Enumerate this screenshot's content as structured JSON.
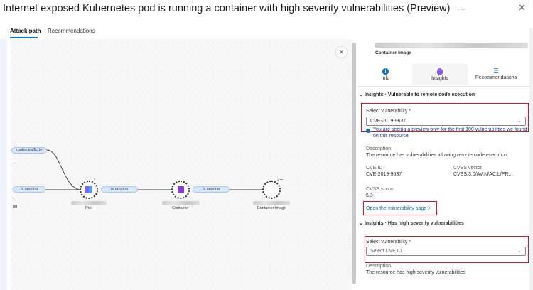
{
  "header": {
    "title": "Internet exposed Kubernetes pod is running a container with high severity vulnerabilities (Preview)",
    "more": "···",
    "close": "✕"
  },
  "tabs": [
    {
      "label": "Attack path",
      "active": true
    },
    {
      "label": "Recommendations",
      "active": false
    }
  ],
  "graph": {
    "close": "✕",
    "edges": [
      {
        "label": "routes traffic to"
      },
      {
        "label": "is running"
      },
      {
        "label": "is running"
      },
      {
        "label": "is running"
      }
    ],
    "nodes": [
      {
        "type": "Pod"
      },
      {
        "type": "Container"
      },
      {
        "type": "Container Image"
      }
    ],
    "left_fragments": [
      "...",
      "'..",
      "ıet"
    ]
  },
  "panel": {
    "resource_type": "Container Image",
    "tabs": [
      {
        "label": "Info",
        "icon": "info-icon"
      },
      {
        "label": "Insights",
        "icon": "lightbulb-icon",
        "active": true
      },
      {
        "label": "Recommendations",
        "icon": "checklist-icon"
      }
    ],
    "insight1": {
      "heading": "Insights · Vulnerable to remote code execution",
      "select_label": "Select vulnerability",
      "required": "*",
      "selected": "CVE-2019-9637",
      "notice": "You are seeing a preview only for the first 100 vulnerabilities we found on this resource",
      "description_label": "Description",
      "description": "The resource has vulnerabilities allowing remote code execution",
      "cve_id_label": "CVE ID",
      "cve_id": "CVE-2019-9637",
      "cvss_vector_label": "CVSS vector",
      "cvss_vector": "CVSS:3.0/AV:N/AC:L/PR...",
      "cvss_score_label": "CVSS score",
      "cvss_score": "5.3",
      "link": "Open the vulnerability page >"
    },
    "insight2": {
      "heading": "Insights · Has high severity vulnerabilities",
      "select_label": "Select vulnerability",
      "required": "*",
      "placeholder": "Select CVE ID",
      "description_label": "Description",
      "description": "The resource has high severity vulnerabilities"
    }
  },
  "colors": {
    "accent": "#0f6cbd",
    "highlight": "#e81123",
    "edge_pill": "#d6e6fb"
  }
}
